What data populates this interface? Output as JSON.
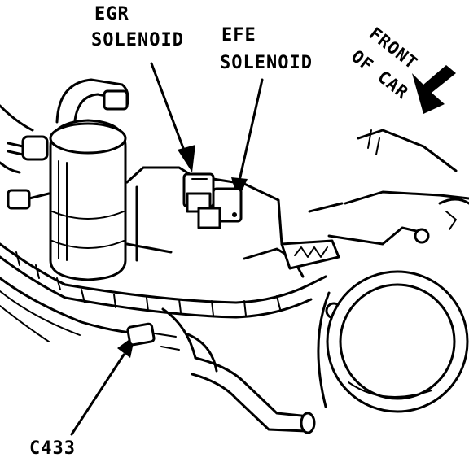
{
  "labels": {
    "egr_line1": "EGR",
    "egr_line2": "SOLENOID",
    "efe_line1": "EFE",
    "efe_line2": "SOLENOID",
    "front_line1": "FRONT",
    "front_line2": "OF CAR",
    "connector": "C433"
  },
  "colors": {
    "ink": "#000000",
    "paper": "#ffffff"
  },
  "icons": {
    "direction_arrow": "solid-arrow-down-left",
    "callout_arrows": "line-arrow-pointer"
  }
}
